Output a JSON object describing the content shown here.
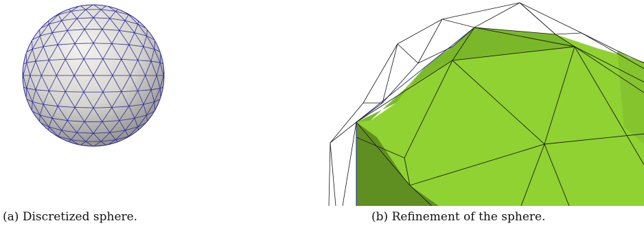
{
  "figure": {
    "subfigures": [
      {
        "label": "(a)",
        "caption": "Discretized sphere."
      },
      {
        "label": "(b)",
        "caption": "Refinement of the sphere."
      }
    ]
  },
  "colors": {
    "sphere_surface": "#e6e4de",
    "sphere_mesh": "#2a2aa0",
    "refined_fill": "#8fcf2f",
    "refined_dark": "#5a8a1c",
    "outer_wireframe": "#000000"
  }
}
